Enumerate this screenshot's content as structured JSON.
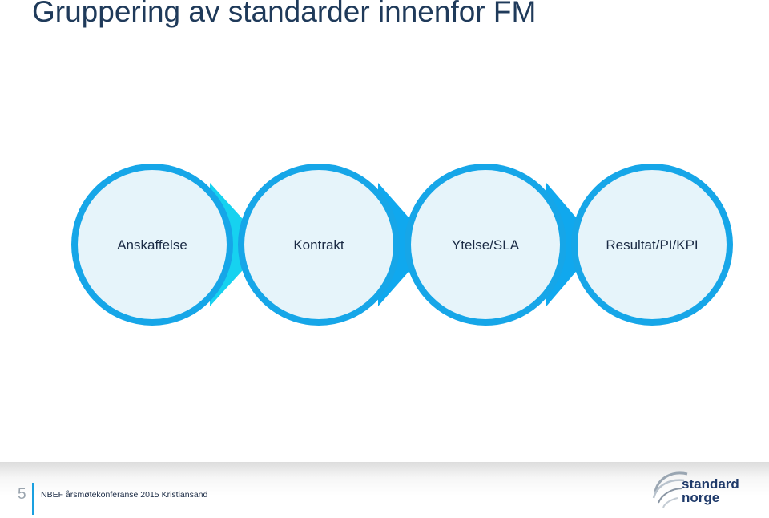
{
  "slide": {
    "title": "Gruppering av standarder innenfor FM"
  },
  "diagram": {
    "steps": [
      {
        "label": "Anskaffelse"
      },
      {
        "label": "Kontrakt"
      },
      {
        "label": "Ytelse/SLA"
      },
      {
        "label": "Resultat/PI/KPI"
      }
    ],
    "colors": {
      "ring": "#16a6e8",
      "fill": "#e6f4fa",
      "arrow_first": "#16d2f0",
      "arrow_other": "#10a8ee"
    }
  },
  "footer": {
    "slide_number": "5",
    "text": "NBEF årsmøtekonferanse 2015 Kristiansand",
    "logo_line1": "standard",
    "logo_line2": "norge"
  }
}
